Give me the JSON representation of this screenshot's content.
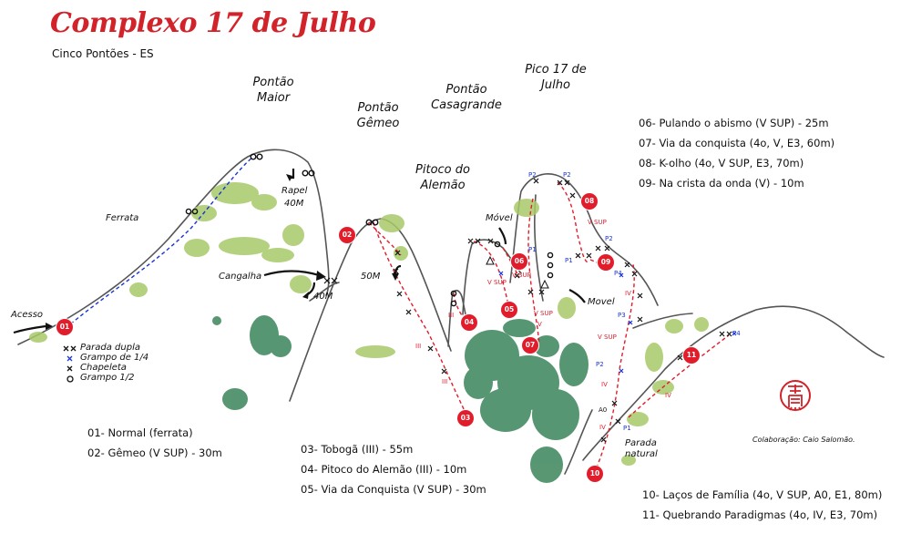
{
  "title": "Complexo 17 de Julho",
  "subtitle": "Cinco Pontões - ES",
  "peaks": {
    "maior": "Pontão Maior",
    "gemeo": "Pontão Gêmeo",
    "pitoco": "Pitoco do Alemão",
    "casagrande": "Pontão Casagrande",
    "pico17": "Pico 17 de Julho"
  },
  "labels": {
    "acesso": "Acesso",
    "ferrata": "Ferrata",
    "rapel_top": "Rapel",
    "rapel_40m_top": "40M",
    "cangalha": "Cangalha",
    "rapel_40m_bottom": "40M",
    "fifty_m": "50M",
    "movel_top": "Móvel",
    "movel_right": "Movel",
    "parada_natural_1": "Parada",
    "parada_natural_2": "natural"
  },
  "legend": [
    {
      "symbol": "xx",
      "color": "#111111",
      "label": "Parada dupla"
    },
    {
      "symbol": "x",
      "color": "#1a35d4",
      "label": "Grampo de 1/4"
    },
    {
      "symbol": "x",
      "color": "#111111",
      "label": "Chapeleta"
    },
    {
      "symbol": "◎",
      "color": "#111111",
      "label": "Grampo 1/2"
    }
  ],
  "routes_left": [
    "01- Normal (ferrata)",
    "02- Gêmeo (V SUP) - 30m"
  ],
  "routes_mid": [
    "03- Tobogã (III) - 55m",
    "04- Pitoco do Alemão (III) - 10m",
    "05- Via da Conquista (V SUP) - 30m"
  ],
  "routes_top_right": [
    "06- Pulando o abismo (V SUP) - 25m",
    "07- Via da conquista (4o, V, E3, 60m)",
    "08- K-olho (4o, V SUP, E3, 70m)",
    "09- Na crista da onda (V) - 10m"
  ],
  "routes_bottom_right": [
    "10- Laços de Família (4o, V SUP, A0, E1, 80m)",
    "11- Quebrando Paradigmas (4o, IV, E3, 70m)"
  ],
  "badges": [
    "01",
    "02",
    "03",
    "04",
    "05",
    "06",
    "07",
    "08",
    "09",
    "10",
    "11"
  ],
  "grades": {
    "g_iii_a": "III",
    "g_iii_b": "III",
    "g_iii_c": "III",
    "g_vsup_a": "V SUP",
    "g_vsup_b": "V SUP",
    "g_vsup_c": "V SUP",
    "g_vsup_d": "V SUP",
    "g_vsup_e": "V SUP",
    "g_v": "V",
    "g_iv_a": "IV",
    "g_iv_b": "IV",
    "g_iv_c": "IV",
    "g_iv_d": "IV",
    "g_a0": "A0",
    "p1_a": "P1",
    "p1_b": "P1",
    "p1_c": "P1",
    "p2_a": "P2",
    "p2_b": "P2",
    "p2_c": "P2",
    "p2_d": "P2",
    "p3": "P3",
    "p4": "P4",
    "p4_b": "P4"
  },
  "credit": "Colaboração: Caio Salomão.",
  "colors": {
    "accent": "#d2222a",
    "route_red": "#e21d2b",
    "route_blue": "#1a35d4",
    "vegetation_light": "#a8c96a",
    "vegetation_dark": "#2e7d4f"
  }
}
